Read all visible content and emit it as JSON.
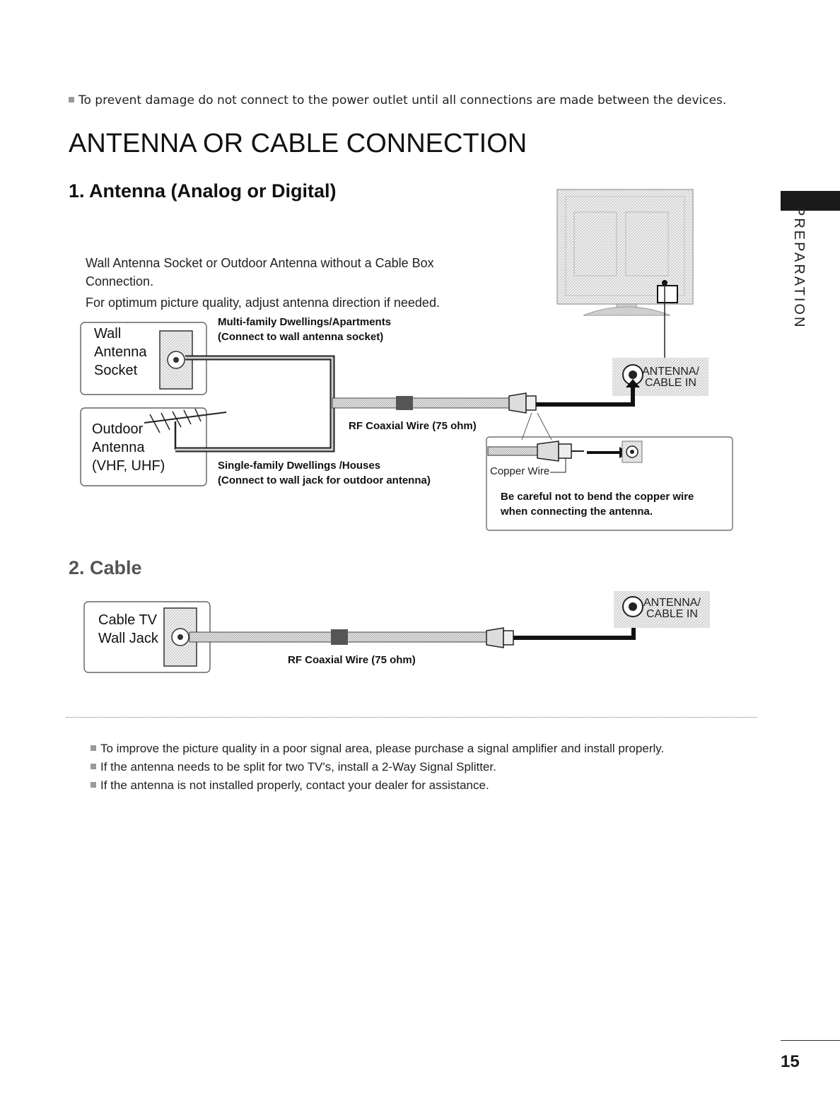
{
  "top_note": "To prevent damage do not connect to the power outlet until all connections are made between the devices.",
  "page_title": "ANTENNA OR CABLE CONNECTION",
  "section1": {
    "heading": "1. Antenna (Analog or Digital)",
    "desc_line1": "Wall Antenna Socket or Outdoor Antenna without a Cable Box",
    "desc_line2": "Connection.",
    "desc_line3": "For optimum picture quality, adjust antenna direction if needed.",
    "wall_box": {
      "line1": "Wall",
      "line2": "Antenna",
      "line3": "Socket"
    },
    "outdoor_box": {
      "line1": "Outdoor",
      "line2": "Antenna",
      "line3": "(VHF, UHF)"
    },
    "multi_family_line1": "Multi-family Dwellings/Apartments",
    "multi_family_line2": "(Connect to wall antenna socket)",
    "single_family_line1": "Single-family Dwellings /Houses",
    "single_family_line2": "(Connect to wall jack for outdoor antenna)",
    "rf_wire_label": "RF Coaxial Wire (75 ohm)",
    "port_line1": "ANTENNA/",
    "port_line2": "CABLE IN",
    "copper_wire_label": "Copper Wire",
    "caution_line1": "Be careful not to bend the copper wire",
    "caution_line2": "when connecting the antenna."
  },
  "section2": {
    "heading": "2. Cable",
    "jack_box": {
      "line1": "Cable TV",
      "line2": "Wall Jack"
    },
    "rf_wire_label": "RF Coaxial Wire (75 ohm)",
    "port_line1": "ANTENNA/",
    "port_line2": "CABLE IN"
  },
  "bottom_notes": [
    "To improve the picture quality in a poor signal area, please purchase a signal amplifier and install properly.",
    "If the antenna needs to be split for two TV's, install a 2-Way Signal Splitter.",
    "If the antenna is not installed properly, contact your dealer for assistance."
  ],
  "side_tab_label": "PREPARATION",
  "page_number": "15"
}
